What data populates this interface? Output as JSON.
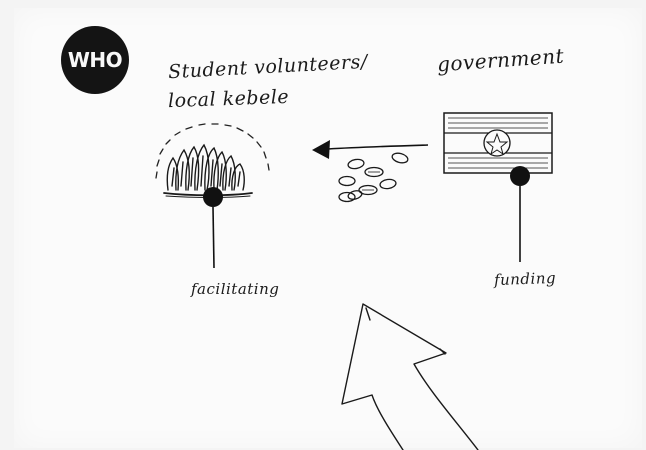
{
  "badge": {
    "label": "WHO"
  },
  "labels": {
    "students_line1": "Student volunteers/",
    "students_line2": "local kebele",
    "government": "government",
    "facilitating": "facilitating",
    "funding": "funding"
  },
  "icons": [
    "crowd-icon",
    "coins-icon",
    "flag-icon",
    "arrow-left-icon",
    "large-arrow-icon"
  ],
  "colors": {
    "ink": "#141414",
    "paper": "#fbfbfb"
  }
}
